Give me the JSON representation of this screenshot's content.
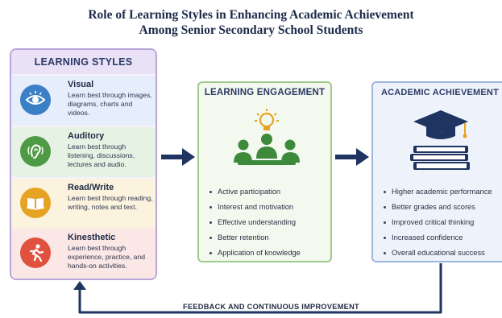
{
  "title_line1": "Role of Learning Styles in Enhancing Academic Achievement",
  "title_line2": "Among Senior Secondary School Students",
  "learning_styles": {
    "header": "LEARNING STYLES",
    "items": [
      {
        "name": "Visual",
        "desc": "Learn best through images, diagrams, charts and videos.",
        "icon": "eye-icon",
        "color": "#3b7fc6"
      },
      {
        "name": "Auditory",
        "desc": "Learn best through listening, discussions, lectures and audio.",
        "icon": "ear-icon",
        "color": "#4f9a45"
      },
      {
        "name": "Read/Write",
        "desc": "Learn best through reading, writing, notes and text.",
        "icon": "book-icon",
        "color": "#e6a323"
      },
      {
        "name": "Kinesthetic",
        "desc": "Learn best through experience, practice, and hands-on activities.",
        "icon": "running-person-icon",
        "color": "#e0513f"
      }
    ]
  },
  "learning_engagement": {
    "header": "LEARNING ENGAGEMENT",
    "icon": "group-lightbulb-icon",
    "items": [
      "Active participation",
      "Interest and motivation",
      "Effective understanding",
      "Better retention",
      "Application of knowledge"
    ]
  },
  "academic_achievement": {
    "header": "ACADEMIC ACHIEVEMENT",
    "icon": "graduation-cap-books-icon",
    "items": [
      "Higher academic performance",
      "Better grades and scores",
      "Improved critical thinking",
      "Increased confidence",
      "Overall educational success"
    ]
  },
  "feedback_label": "FEEDBACK AND CONTINUOUS IMPROVEMENT",
  "colors": {
    "arrow": "#1f3460",
    "navy": "#1f3460",
    "green": "#3c8a3a"
  }
}
